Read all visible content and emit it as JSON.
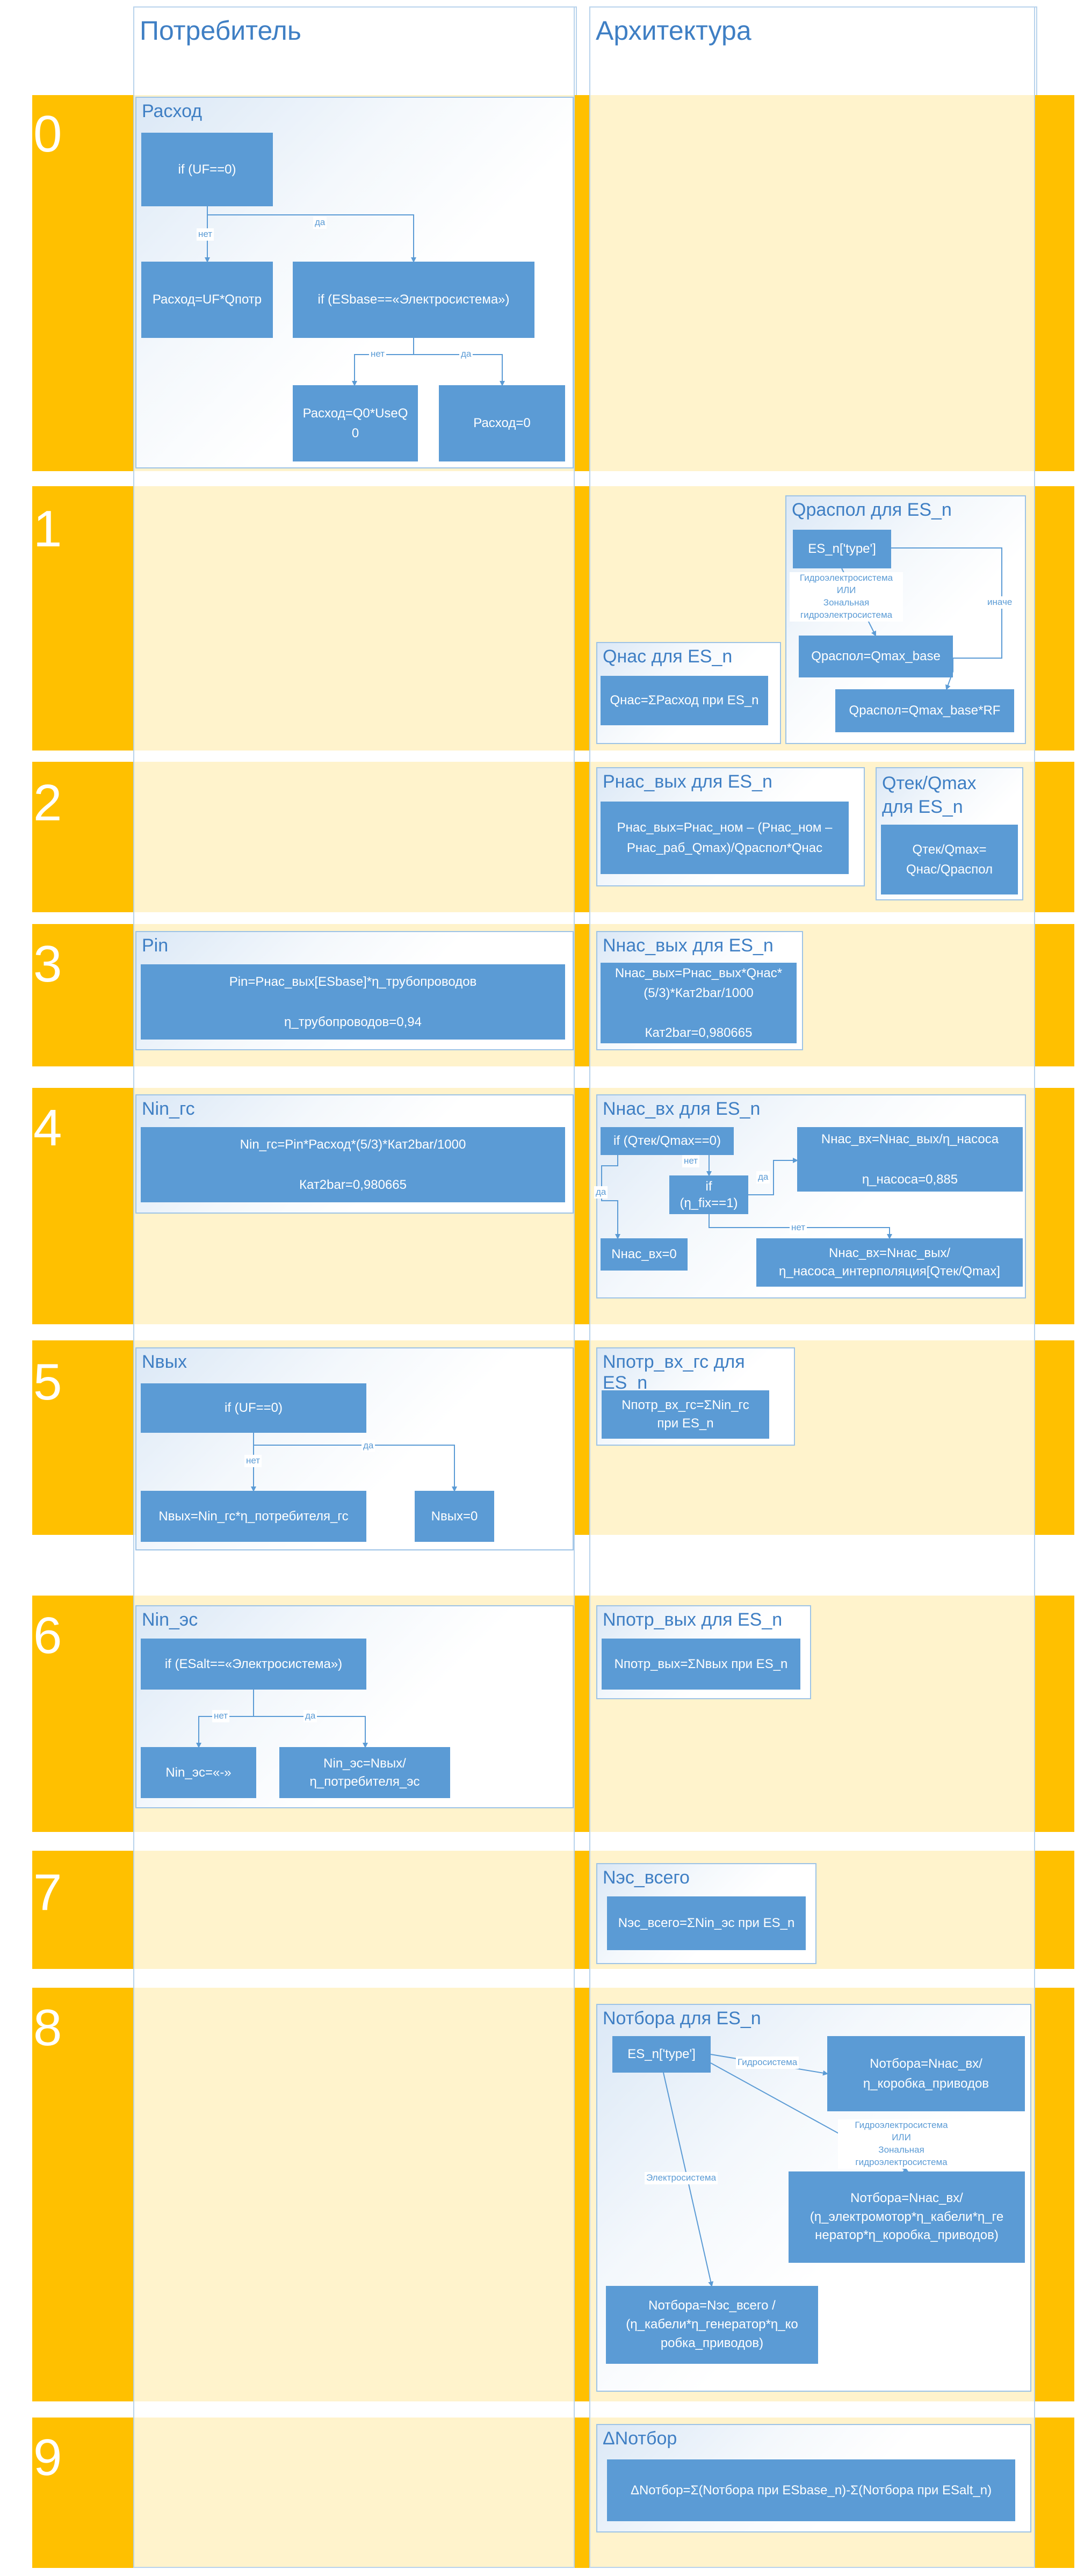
{
  "columns": {
    "consumer": "Потребитель",
    "architecture": "Архитектура"
  },
  "rows": [
    "0",
    "1",
    "2",
    "3",
    "4",
    "5",
    "6",
    "7",
    "8",
    "9"
  ],
  "row0": {
    "consumer": {
      "title": "Расход",
      "b_if_uf": "if (UF==0)",
      "b_flow_uf": "Расход=UF*Qпотр",
      "b_if_esbase": "if (ESbase==«Электросистема»)",
      "b_flow_q0": "Расход=Q0*UseQ\n0",
      "b_flow_zero": "Расход=0",
      "l_no1": "нет",
      "l_yes1": "да",
      "l_no2": "нет",
      "l_yes2": "да"
    }
  },
  "row1": {
    "qnas": {
      "title": "Qнас для ES_n",
      "b1": "Qнас=ΣРасход при ES_n"
    },
    "qraspol": {
      "title": "Qраспол для ES_n",
      "b_type": "ES_n['type']",
      "b_base": "Qраспол=Qmax_base",
      "b_rf": "Qраспол=Qmax_base*RF",
      "l_hydro": "Гидроэлектросистема\nИЛИ\nЗональная гидроэлектросистема",
      "l_else": "иначе"
    }
  },
  "row2": {
    "pnas": {
      "title": "Pнас_вых для ES_n",
      "b1": "Pнас_вых=Pнас_ном – (Pнас_ном –\nPнас_раб_Qmax)/Qраспол*Qнас"
    },
    "qtek": {
      "title": "Qтек/Qmax\nдля ES_n",
      "b1": "Qтек/Qmax=\nQнас/Qраспол"
    }
  },
  "row3": {
    "pin": {
      "title": "Pin",
      "b1": "Pin=Pнас_вых[ESbase]*η_трубопроводов\n\nη_трубопроводов=0,94"
    },
    "nnas": {
      "title": "Nнас_вых для ES_n",
      "b1": "Nнас_вых=Pнас_вых*Qнас*\n(5/3)*Кат2bar/1000\n\nКат2bar=0,980665"
    }
  },
  "row4": {
    "ninrc": {
      "title": "Nin_гс",
      "b1": "Nin_гс=Pin*Расход*(5/3)*Кат2bar/1000\n\nКат2bar=0,980665"
    },
    "nnasvh": {
      "title": "Nнас_вх для ES_n",
      "b_if_q": "if (Qтек/Qmax==0)",
      "b_if_fix": "if\n(η_fix==1)",
      "b_eta": "Nнас_вх=Nнас_вых/η_насоса\n\nη_насоса=0,885",
      "b_zero": "Nнас_вх=0",
      "b_interp": "Nнас_вх=Nнас_вых/\nη_насоса_интерполяция[Qтек/Qmax]",
      "l_no1": "нет",
      "l_yes1": "да",
      "l_yes2": "да",
      "l_no2": "нет"
    }
  },
  "row5": {
    "nvyh": {
      "title": "Nвых",
      "b_if_uf": "if (UF==0)",
      "b_nvyh": "Nвых=Nin_гс*η_потребителя_гс",
      "b_zero": "Nвых=0",
      "l_no": "нет",
      "l_yes": "да"
    },
    "npotr": {
      "title": "Nпотр_вх_гс для ES_n",
      "b1": "Nпотр_вх_гс=ΣNin_гс\nпри ES_n"
    }
  },
  "row6": {
    "ninaes": {
      "title": "Nin_эс",
      "b_if": "if (ESalt==«Электросистема»)",
      "b_dash": "Nin_эс=«-»",
      "b_val": "Nin_эс=Nвых/\nη_потребителя_эс",
      "l_no": "нет",
      "l_yes": "да"
    },
    "npotrvyh": {
      "title": "Nпотр_вых для ES_n",
      "b1": "Nпотр_вых=ΣNвых при ES_n"
    }
  },
  "row7": {
    "naes": {
      "title": "Nэс_всего",
      "b1": "Nэс_всего=ΣNin_эс при ES_n"
    }
  },
  "row8": {
    "notb": {
      "title": "Nотбора для ES_n",
      "b_type": "ES_n['type']",
      "b_hyd": "Nотбора=Nнас_вх/\nη_коробка_приводов",
      "b_elhyd": "Nотбора=Nнас_вх/\n(η_электромотор*η_кабели*η_ге\nнератор*η_коробка_приводов)",
      "b_el": "Nотбора=Nэс_всего /\n(η_кабели*η_генератор*η_ко\nробка_приводов)",
      "l_hyd": "Гидросистема",
      "l_elhyd": "Гидроэлектросистема\nИЛИ\nЗональная гидроэлектросистема",
      "l_el": "Электросистема"
    }
  },
  "row9": {
    "dnotb": {
      "title": "ΔNотбор",
      "b1": "ΔNотбор=Σ(Nотбора при ESbase_n)-Σ(Nотбора при ESalt_n)"
    }
  },
  "colors": {
    "band": "#ffc000",
    "band_light": "#fff3cc",
    "box": "#5b9bd5",
    "title": "#3f7fc4",
    "border": "#9dc3e6"
  }
}
